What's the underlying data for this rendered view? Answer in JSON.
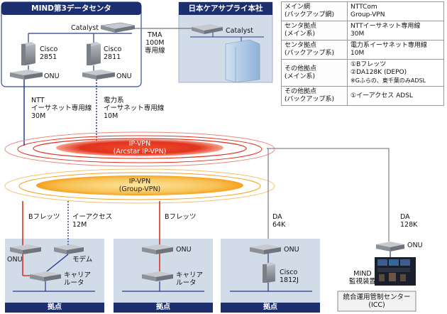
{
  "dc": {
    "title": "MIND第3データセンタ",
    "catalyst": "Catalyst",
    "router1": [
      "Cisco",
      "2851"
    ],
    "router2": [
      "Cisco",
      "2811"
    ],
    "onu": "ONU"
  },
  "hq": {
    "title": "日本ケアサプライ本社",
    "catalyst": "Catalyst"
  },
  "tma": [
    "TMA",
    "100M",
    "専用線"
  ],
  "link_ntt": [
    "NTT",
    "イーサネット専用線",
    "30M"
  ],
  "link_power": [
    "電力系",
    "イーサネット専用線",
    "10M"
  ],
  "cloud_arcstar": [
    "IP-VPN",
    "(Arcstar IP-VPN)"
  ],
  "cloud_group": [
    "IP-VPN",
    "(Group-VPN)"
  ],
  "link_bflets1": "Bフレッツ",
  "link_eaccess": [
    "イーアクセス",
    "12M"
  ],
  "link_bflets2": "Bフレッツ",
  "link_da1": [
    "DA",
    "64K"
  ],
  "link_da2": [
    "DA",
    "128K"
  ],
  "site1": {
    "onu": "ONU",
    "modem": "モデム",
    "router": [
      "キャリア",
      "ルータ"
    ],
    "label": "拠点"
  },
  "site2": {
    "onu": "ONU",
    "router": [
      "キャリア",
      "ルータ"
    ],
    "label": "拠点"
  },
  "site3": {
    "onu": "ONU",
    "router": [
      "Cisco",
      "1812J"
    ],
    "label": "拠点"
  },
  "icc": {
    "onu": "ONU",
    "monitor": [
      "MIND",
      "監視装置"
    ],
    "label": [
      "統合運用管制センター",
      "(ICC)"
    ]
  },
  "info_table": [
    {
      "key": [
        "メイン網",
        "(バックアップ網)"
      ],
      "value": [
        "NTTCom",
        "Group-VPN"
      ]
    },
    {
      "key": [
        "センタ拠点",
        "(メイン系)"
      ],
      "value": [
        "NTTイーサネット専用線",
        "30M"
      ]
    },
    {
      "key": [
        "センタ拠点",
        "(バックアップ系)"
      ],
      "value": [
        "電力系イーサネット専用線",
        "10M"
      ]
    },
    {
      "key": [
        "その他拠点",
        "(メイン系)"
      ],
      "value": [
        "①Bフレッツ",
        "②DA128K (DEPO)",
        "※Gふらの、東千葉のみADSL"
      ]
    },
    {
      "key": [
        "その他拠点",
        "(バックアップ系)"
      ],
      "value": [
        "①イーアクセス ADSL"
      ]
    }
  ],
  "colors": {
    "navy": "#1d2f6f",
    "panel": "#d2dce8",
    "arcstar": "#e0321e",
    "group": "#f4a21e",
    "line_red": "#d8351f",
    "line_blue": "#2a3a8a"
  }
}
